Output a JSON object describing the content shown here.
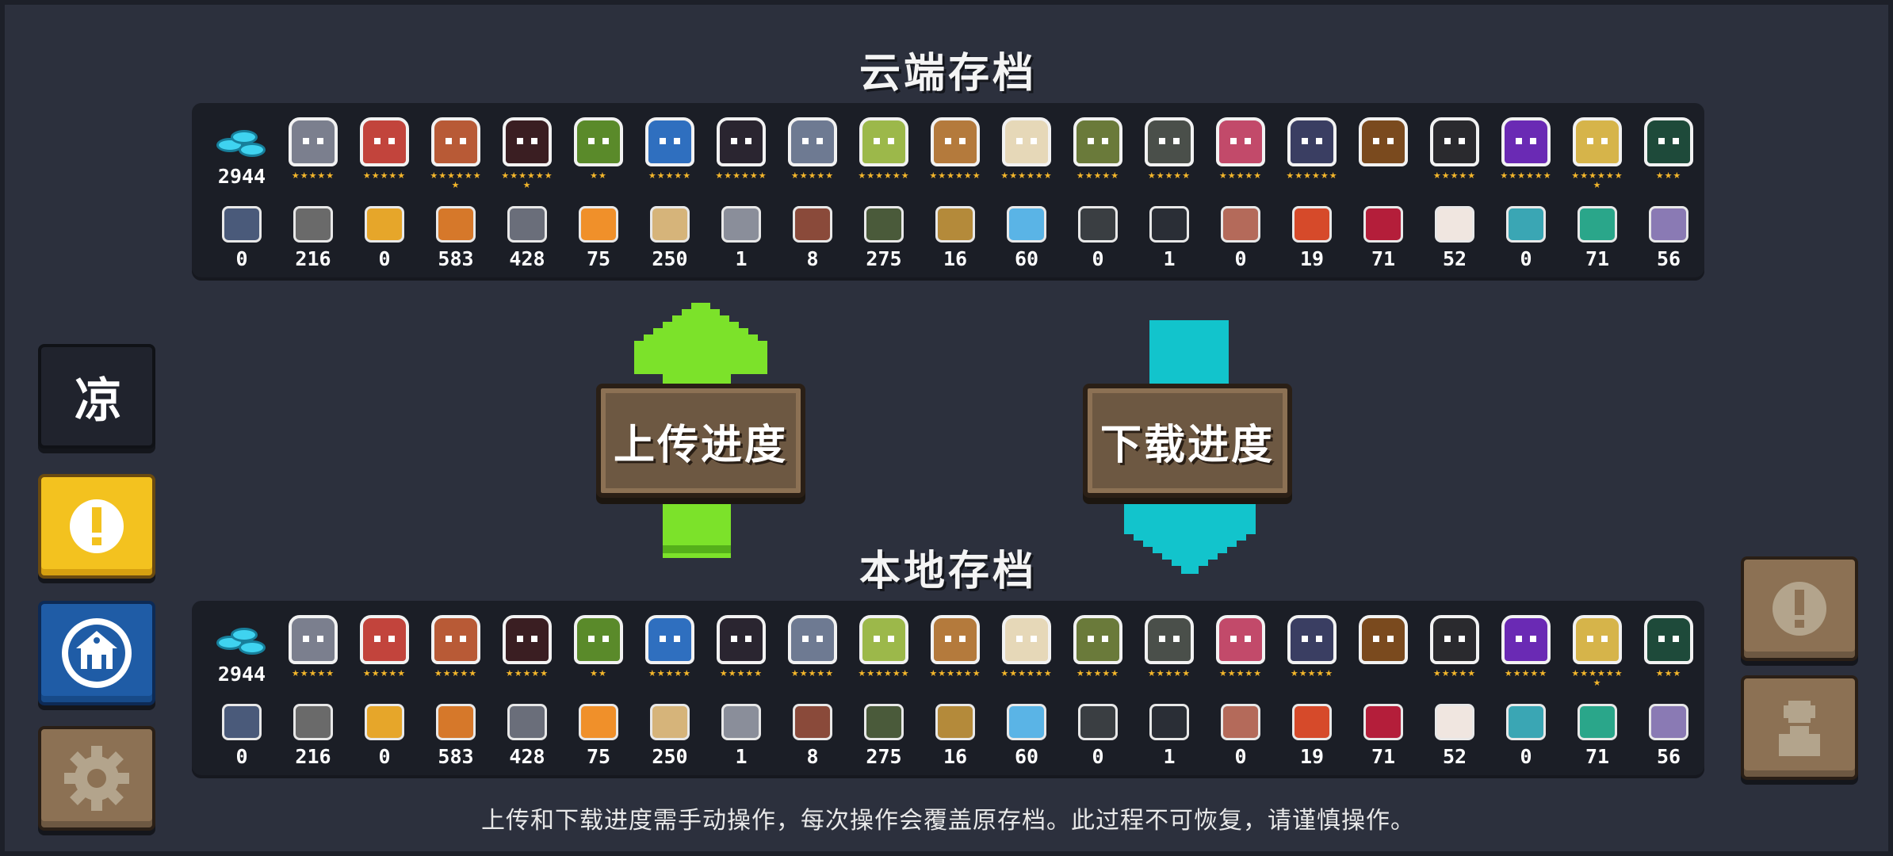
{
  "cloud_save": {
    "title": "云端存档",
    "gems": "2944",
    "characters": [
      {
        "name": "knight",
        "color": "#7b7f8e",
        "stars": "★★★★★"
      },
      {
        "name": "rogue",
        "color": "#c2443c",
        "stars": "★★★★★"
      },
      {
        "name": "witch",
        "color": "#b85a36",
        "stars": "★★★★★★★"
      },
      {
        "name": "assassin",
        "color": "#3a1e22",
        "stars": "★★★★★★★"
      },
      {
        "name": "engineer",
        "color": "#5a8a2a",
        "stars": "★★"
      },
      {
        "name": "robot",
        "color": "#2f6fbf",
        "stars": "★★★★★"
      },
      {
        "name": "vampire",
        "color": "#2a2530",
        "stars": "★★★★★★"
      },
      {
        "name": "paladin",
        "color": "#6e7a92",
        "stars": "★★★★★"
      },
      {
        "name": "elf",
        "color": "#9cb84a",
        "stars": "★★★★★★"
      },
      {
        "name": "werewolf",
        "color": "#b47a3c",
        "stars": "★★★★★★"
      },
      {
        "name": "priest",
        "color": "#e6d8b8",
        "stars": "★★★★★★"
      },
      {
        "name": "druid",
        "color": "#6a7a3a",
        "stars": "★★★★★"
      },
      {
        "name": "berserker",
        "color": "#4a4f4a",
        "stars": "★★★★★"
      },
      {
        "name": "alchemist",
        "color": "#c24a6a",
        "stars": "★★★★★"
      },
      {
        "name": "necromancer",
        "color": "#3a3e62",
        "stars": "★★★★★★"
      },
      {
        "name": "taoist",
        "color": "#7a4a1e",
        "stars": ""
      },
      {
        "name": "officer",
        "color": "#2a2a2e",
        "stars": "★★★★★"
      },
      {
        "name": "demonmaster",
        "color": "#6a2ab4",
        "stars": "★★★★★★"
      },
      {
        "name": "airbender",
        "color": "#d6b44a",
        "stars": "★★★★★★★"
      },
      {
        "name": "locked-machine",
        "color": "#1e4a3a",
        "stars": "★★★"
      }
    ],
    "items": [
      {
        "name": "fish-token",
        "color": "#4a5a7a",
        "value": "0"
      },
      {
        "name": "gear-part",
        "color": "#6a6a6a",
        "value": "216"
      },
      {
        "name": "puzzle-piece",
        "color": "#e6a62a",
        "value": "0"
      },
      {
        "name": "copper-ore",
        "color": "#d6782a",
        "value": "583"
      },
      {
        "name": "iron-ore",
        "color": "#6a6e7a",
        "value": "428"
      },
      {
        "name": "fire-crystal",
        "color": "#f0902a",
        "value": "75"
      },
      {
        "name": "wood-plank",
        "color": "#d6b47a",
        "value": "250"
      },
      {
        "name": "blueprint",
        "color": "#8a8e9a",
        "value": "1"
      },
      {
        "name": "robot-part",
        "color": "#8a4a3a",
        "value": "8"
      },
      {
        "name": "battery",
        "color": "#4a5a3a",
        "value": "275"
      },
      {
        "name": "horn",
        "color": "#b48a3a",
        "value": "16"
      },
      {
        "name": "ice-crystal",
        "color": "#5ab4e6",
        "value": "60"
      },
      {
        "name": "dark-stone",
        "color": "#3a3e42",
        "value": "0"
      },
      {
        "name": "glass-plate",
        "color": "#2a2e36",
        "value": "1"
      },
      {
        "name": "potion-box",
        "color": "#b46a5a",
        "value": "0"
      },
      {
        "name": "ticket-card",
        "color": "#d64a2a",
        "value": "19"
      },
      {
        "name": "maple-leaf",
        "color": "#b41e3a",
        "value": "71"
      },
      {
        "name": "cotton",
        "color": "#f0e6e0",
        "value": "52"
      },
      {
        "name": "cyan-box",
        "color": "#3aa6b4",
        "value": "0"
      },
      {
        "name": "teal-crystal",
        "color": "#2aa68a",
        "value": "71"
      },
      {
        "name": "purple-crystal",
        "color": "#8a7ab4",
        "value": "56"
      }
    ]
  },
  "local_save": {
    "title": "本地存档",
    "gems": "2944",
    "characters": [
      {
        "name": "knight",
        "color": "#7b7f8e",
        "stars": "★★★★★"
      },
      {
        "name": "rogue",
        "color": "#c2443c",
        "stars": "★★★★★"
      },
      {
        "name": "witch",
        "color": "#b85a36",
        "stars": "★★★★★"
      },
      {
        "name": "assassin",
        "color": "#3a1e22",
        "stars": "★★★★★"
      },
      {
        "name": "engineer",
        "color": "#5a8a2a",
        "stars": "★★"
      },
      {
        "name": "robot",
        "color": "#2f6fbf",
        "stars": "★★★★★"
      },
      {
        "name": "vampire",
        "color": "#2a2530",
        "stars": "★★★★★"
      },
      {
        "name": "paladin",
        "color": "#6e7a92",
        "stars": "★★★★★"
      },
      {
        "name": "elf",
        "color": "#9cb84a",
        "stars": "★★★★★★"
      },
      {
        "name": "werewolf",
        "color": "#b47a3c",
        "stars": "★★★★★★"
      },
      {
        "name": "priest",
        "color": "#e6d8b8",
        "stars": "★★★★★★"
      },
      {
        "name": "druid",
        "color": "#6a7a3a",
        "stars": "★★★★★"
      },
      {
        "name": "berserker",
        "color": "#4a4f4a",
        "stars": "★★★★★"
      },
      {
        "name": "alchemist",
        "color": "#c24a6a",
        "stars": "★★★★★"
      },
      {
        "name": "necromancer",
        "color": "#3a3e62",
        "stars": "★★★★★"
      },
      {
        "name": "taoist",
        "color": "#7a4a1e",
        "stars": ""
      },
      {
        "name": "officer",
        "color": "#2a2a2e",
        "stars": "★★★★★"
      },
      {
        "name": "demonmaster",
        "color": "#6a2ab4",
        "stars": "★★★★★"
      },
      {
        "name": "airbender",
        "color": "#d6b44a",
        "stars": "★★★★★★★"
      },
      {
        "name": "locked-machine",
        "color": "#1e4a3a",
        "stars": "★★★"
      }
    ],
    "items": [
      {
        "name": "fish-token",
        "color": "#4a5a7a",
        "value": "0"
      },
      {
        "name": "gear-part",
        "color": "#6a6a6a",
        "value": "216"
      },
      {
        "name": "puzzle-piece",
        "color": "#e6a62a",
        "value": "0"
      },
      {
        "name": "copper-ore",
        "color": "#d6782a",
        "value": "583"
      },
      {
        "name": "iron-ore",
        "color": "#6a6e7a",
        "value": "428"
      },
      {
        "name": "fire-crystal",
        "color": "#f0902a",
        "value": "75"
      },
      {
        "name": "wood-plank",
        "color": "#d6b47a",
        "value": "250"
      },
      {
        "name": "blueprint",
        "color": "#8a8e9a",
        "value": "1"
      },
      {
        "name": "robot-part",
        "color": "#8a4a3a",
        "value": "8"
      },
      {
        "name": "battery",
        "color": "#4a5a3a",
        "value": "275"
      },
      {
        "name": "horn",
        "color": "#b48a3a",
        "value": "16"
      },
      {
        "name": "ice-crystal",
        "color": "#5ab4e6",
        "value": "60"
      },
      {
        "name": "dark-stone",
        "color": "#3a3e42",
        "value": "0"
      },
      {
        "name": "glass-plate",
        "color": "#2a2e36",
        "value": "1"
      },
      {
        "name": "potion-box",
        "color": "#b46a5a",
        "value": "0"
      },
      {
        "name": "ticket-card",
        "color": "#d64a2a",
        "value": "19"
      },
      {
        "name": "maple-leaf",
        "color": "#b41e3a",
        "value": "71"
      },
      {
        "name": "cotton",
        "color": "#f0e6e0",
        "value": "52"
      },
      {
        "name": "cyan-box",
        "color": "#3aa6b4",
        "value": "0"
      },
      {
        "name": "teal-crystal",
        "color": "#2aa68a",
        "value": "71"
      },
      {
        "name": "purple-crystal",
        "color": "#8a7ab4",
        "value": "56"
      }
    ]
  },
  "actions": {
    "upload_label": "上传进度",
    "download_label": "下载进度",
    "upload_arrow_color": "#7ce22a",
    "download_arrow_color": "#12c4cc"
  },
  "notice": "上传和下载进度需手动操作，每次操作会覆盖原存档。此过程不可恢复，请谨慎操作。",
  "sidebar": {
    "logo_text": "凉",
    "alert_icon": "exclamation-icon",
    "bilibili_icon": "gray-lab-icon",
    "settings_icon": "gear-icon"
  },
  "right_bar": {
    "alert_icon": "exclamation-icon",
    "profile_icon": "user-icon"
  },
  "colors": {
    "background": "#2c303d",
    "panel": "#1b1e26",
    "sign_wood": "#6d5842",
    "yellow_button": "#f3c21f",
    "blue_button": "#1f5ca6",
    "star": "#f3b62b"
  }
}
